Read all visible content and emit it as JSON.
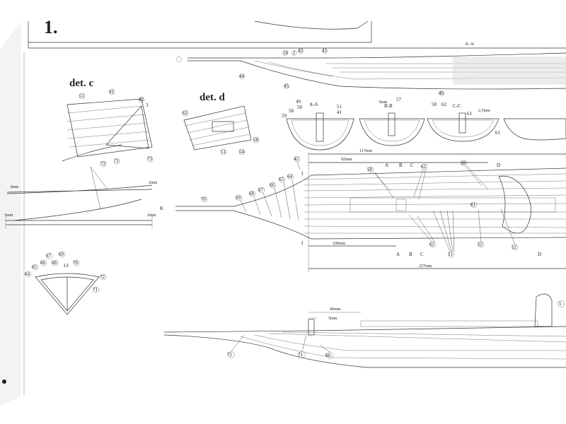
{
  "sheet": {
    "corner_numeral": "1."
  },
  "detail_c": {
    "title": "det. c",
    "part_numbers": [
      "51",
      "41",
      "42",
      "3",
      "73",
      "72",
      "71"
    ]
  },
  "detail_d": {
    "title": "det. d",
    "part_numbers": [
      "62",
      "58",
      "51",
      "54"
    ]
  },
  "top_profile": {
    "part_numbers": [
      "18",
      "2",
      "42",
      "41",
      "44",
      "45",
      "46"
    ],
    "corner_text": "K- K"
  },
  "sections": {
    "aa_label": "A-A",
    "bb_label": "B-B",
    "cc_label": "C-C",
    "aa_parts": [
      "49",
      "50",
      "58",
      "59",
      "51",
      "41"
    ],
    "bb_parts": [
      "57"
    ],
    "cc_parts": [
      "58",
      "62",
      "61",
      "61"
    ],
    "bb_dim": "3mm",
    "cc_dim": "2,5mm"
  },
  "keel_side_view": {
    "dim_left_top": "3mm",
    "dim_right_top": "2mm",
    "dim_left_bottom": "3mm",
    "dim_right_bottom": "2mm"
  },
  "plan_view": {
    "section_marker": "K",
    "cut_marker": "I",
    "top_dim_outer": "117mm",
    "top_dim_inner": "92mm",
    "bottom_dim_inner": "100mm",
    "bottom_dim_outer": "227mm",
    "section_letters": [
      "A",
      "B",
      "C",
      "D"
    ],
    "callouts_top": [
      "42",
      "70",
      "69",
      "68",
      "67",
      "66",
      "65",
      "64"
    ],
    "callouts_inner": [
      "58",
      "62",
      "58",
      "61"
    ],
    "callouts_bottom": [
      "62",
      "51",
      "52",
      "52"
    ]
  },
  "section_I": {
    "title": "I-I",
    "part_numbers": [
      "67",
      "69",
      "65",
      "66",
      "68",
      "70",
      "64",
      "72",
      "71"
    ]
  },
  "bottom_profile": {
    "dim_outer": "46mm",
    "dim_inner": "5mm",
    "part_numbers": [
      "72",
      "71",
      "60",
      "5"
    ]
  }
}
